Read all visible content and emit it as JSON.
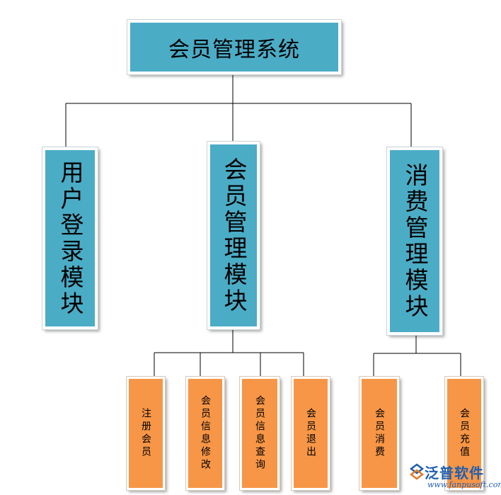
{
  "root": {
    "label": "会员管理系统"
  },
  "modules": [
    {
      "label": "用户登录模块"
    },
    {
      "label": "会员管理模块"
    },
    {
      "label": "消费管理模块"
    }
  ],
  "submodules": [
    {
      "label": "注册会员"
    },
    {
      "label": "会员信息修改"
    },
    {
      "label": "会员信息查询"
    },
    {
      "label": "会员退出"
    },
    {
      "label": "会员消费"
    },
    {
      "label": "会员充值"
    }
  ],
  "watermark": {
    "brand": "泛普软件",
    "url": "www.fanpusoft.com"
  },
  "colors": {
    "teal": "#4bacc6",
    "orange": "#f79646",
    "line": "#000000"
  }
}
